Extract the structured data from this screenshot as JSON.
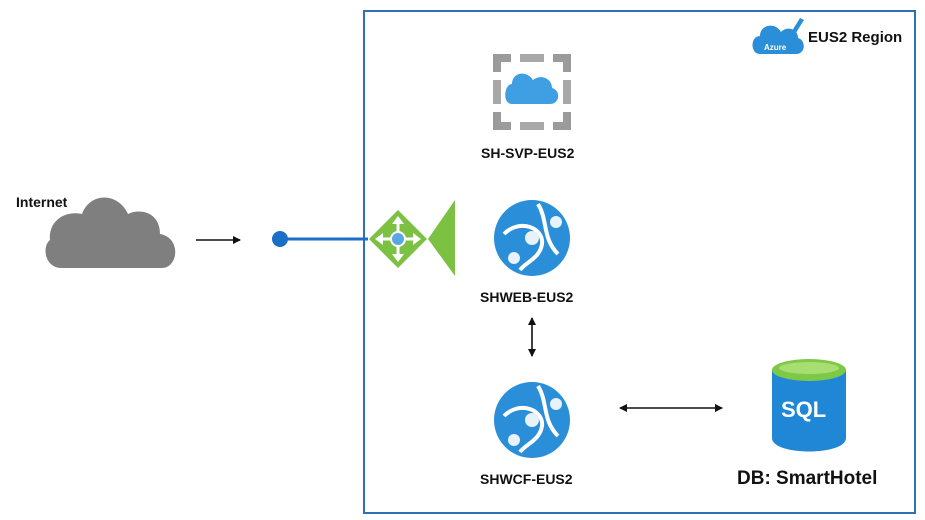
{
  "region": {
    "title": "EUS2 Region",
    "badge": "Azure"
  },
  "internet": {
    "label": "Internet"
  },
  "services": {
    "svp": "SH-SVP-EUS2",
    "web": "SHWEB-EUS2",
    "wcf": "SHWCF-EUS2"
  },
  "database": {
    "icon_text": "SQL",
    "label": "DB: SmartHotel"
  },
  "colors": {
    "region_border": "#2f6fb5",
    "cloud_gray": "#7f7f7f",
    "azure_blue": "#2a8fd8",
    "link_blue": "#1b6fc7",
    "gateway_green": "#7dc142",
    "sql_blue": "#1f87d6",
    "sql_green": "#7ec847"
  },
  "icons": {
    "internet": "cloud-icon",
    "region": "azure-cloud-icon",
    "svp": "service-plan-icon",
    "web": "app-service-icon",
    "wcf": "app-service-icon",
    "gateway": "application-gateway-icon",
    "database": "sql-database-icon"
  }
}
